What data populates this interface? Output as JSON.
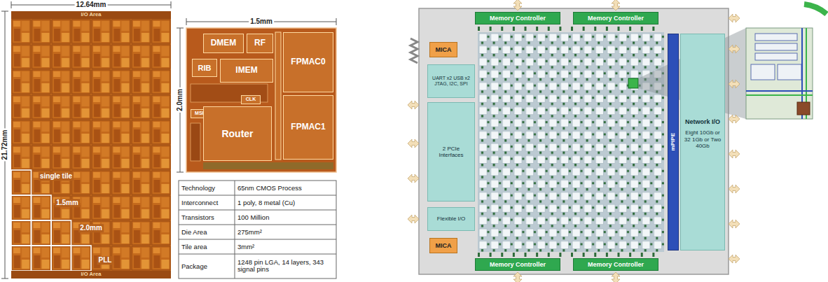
{
  "diagram": {
    "nodes": [
      {
        "text": [
          "I/O Area"
        ]
      },
      {
        "text": [
          "I/O Area"
        ]
      },
      {
        "text": [
          "DMEM"
        ]
      },
      {
        "text": [
          "RF"
        ]
      },
      {
        "text": [
          "RIB"
        ]
      },
      {
        "text": [
          "IMEM"
        ]
      },
      {
        "text": [
          "MSINT"
        ]
      },
      {
        "text": [
          "CLK"
        ]
      },
      {
        "text": [
          "Router"
        ]
      },
      {
        "text": [
          "FPMAC0"
        ]
      },
      {
        "text": [
          "FPMAC1"
        ]
      },
      {
        "text": [
          "Memory Controller"
        ]
      },
      {
        "text": [
          "Memory Controller"
        ]
      },
      {
        "text": [
          "MICA"
        ]
      },
      {
        "text": [
          "UART x2 USB x2 JTAG, I2C, SPI"
        ]
      },
      {
        "text": [
          "2 PCIe Interfaces"
        ]
      },
      {
        "text": [
          "Flexible I/O"
        ]
      },
      {
        "text": [
          "MICA"
        ]
      },
      {
        "text": [
          "Memory Controller"
        ]
      },
      {
        "text": [
          "Memory Controller"
        ]
      },
      {
        "text": [
          "mPIPE"
        ]
      },
      {
        "text": [
          "Network I/O",
          "Eight 10Gb or 32 1Gb or Two 40Gb"
        ]
      }
    ],
    "labels": [
      "12.64mm",
      "21.72mm",
      "single tile",
      "1.5mm",
      "2.0mm",
      "PLL",
      "1.5mm",
      "2.0mm",
      "Technology",
      "65nm CMOS Process",
      "Interconnect",
      "1 poly, 8 metal (Cu)",
      "Transistors",
      "100 Million",
      "Die Area",
      "275mm²",
      "Tile area",
      "3mm²",
      "Package",
      "1248 pin LGA, 14 layers, 343 signal pins"
    ]
  }
}
